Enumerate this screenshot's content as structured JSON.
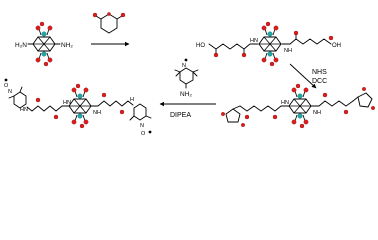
{
  "labels": {
    "nh2_left": "H₂N",
    "nh2_right": "NH₂",
    "nhs": "NHS",
    "dcc": "DCC",
    "dipea": "DIPEA",
    "tempo_nh2": "NH₂",
    "oh": "OH",
    "ho": "HO",
    "o": "O",
    "n": "N",
    "hn": "HN",
    "nh": "NH",
    "h": "H"
  },
  "colors": {
    "oxygen_atom": "#dd1c1c",
    "cobalt_atom": "#1fa6a6",
    "bond": "#000000"
  }
}
